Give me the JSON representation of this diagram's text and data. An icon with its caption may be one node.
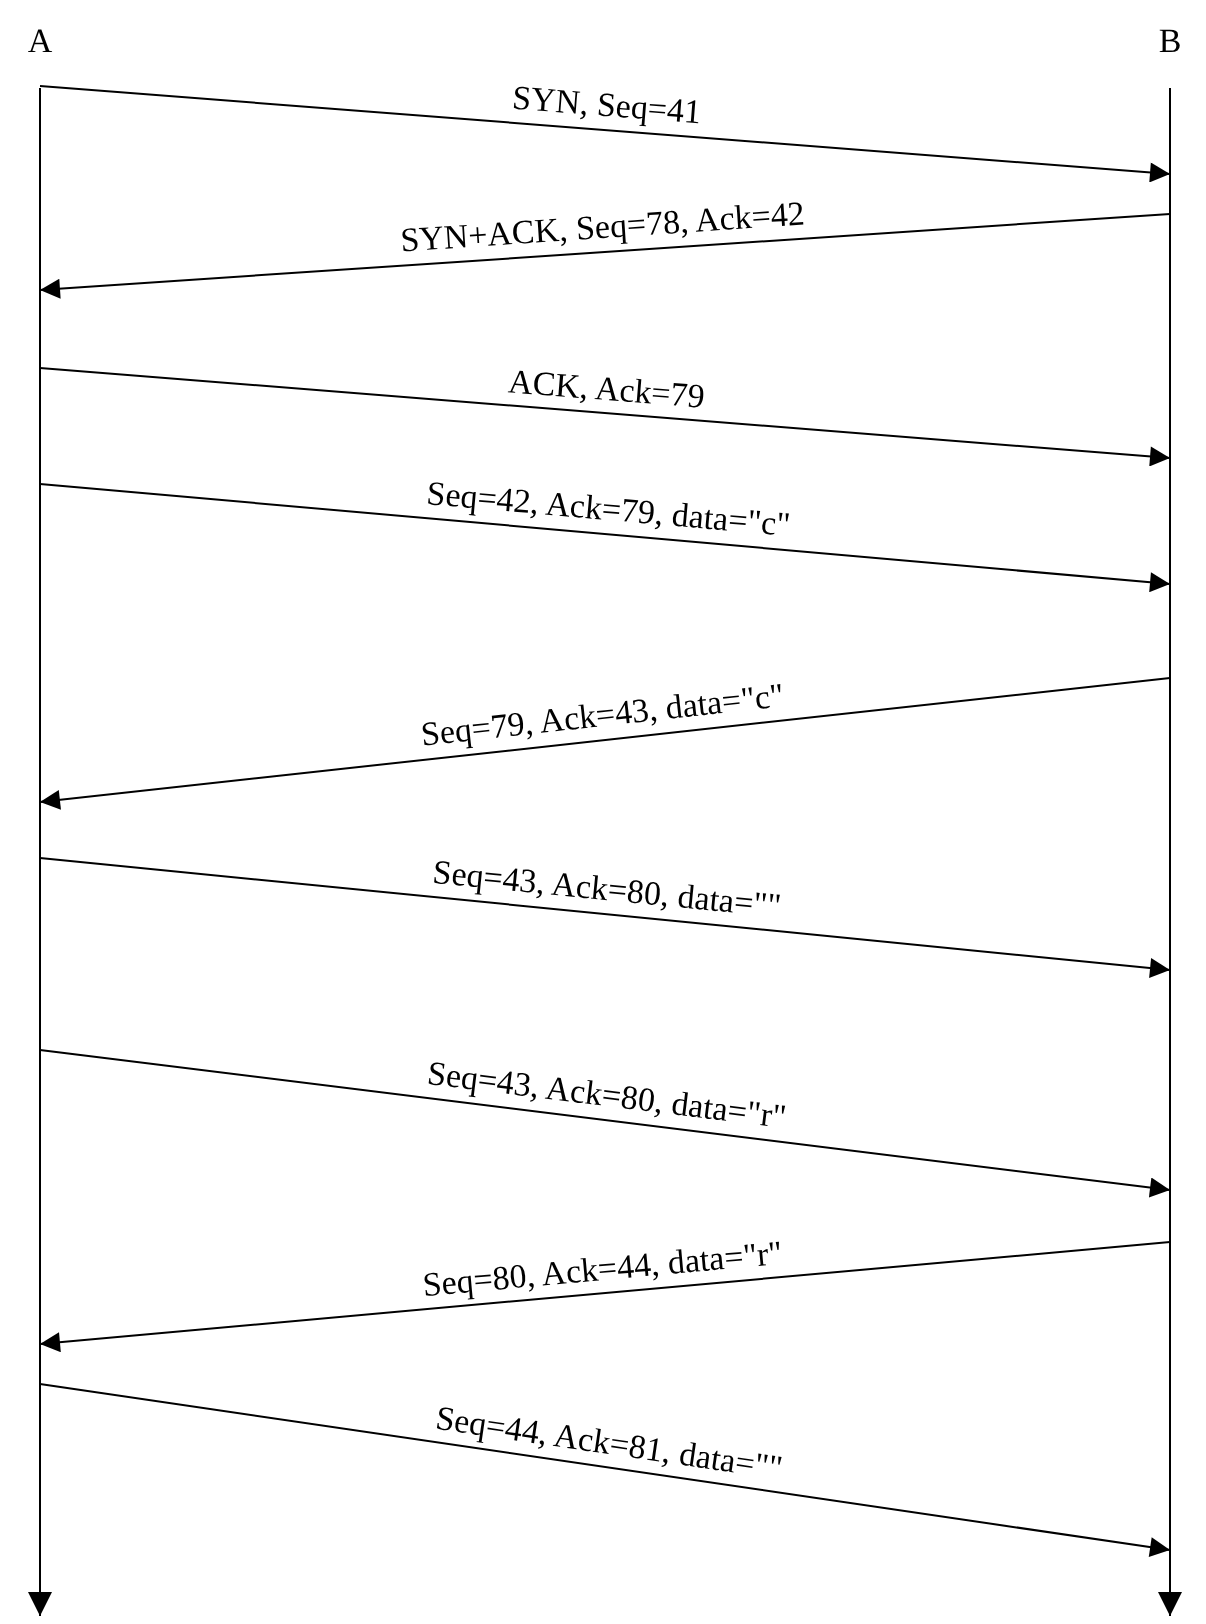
{
  "diagram": {
    "nodes": [
      {
        "text": [
          "A"
        ]
      },
      {
        "text": [
          "B"
        ]
      }
    ],
    "edges": [
      {
        "from": 0,
        "to": 1,
        "arrow": "to",
        "label": "SYN, Seq=41"
      },
      {
        "from": 1,
        "to": 0,
        "arrow": "to",
        "label": "SYN+ACK, Seq=78, Ack=42"
      },
      {
        "from": 0,
        "to": 1,
        "arrow": "to",
        "label": "ACK, Ack=79"
      },
      {
        "from": 0,
        "to": 1,
        "arrow": "to",
        "label": "Seq=42, Ack=79, data=\"c\""
      },
      {
        "from": 1,
        "to": 0,
        "arrow": "to",
        "label": "Seq=79, Ack=43, data=\"c\""
      },
      {
        "from": 0,
        "to": 1,
        "arrow": "to",
        "label": "Seq=43, Ack=80, data=\"\""
      },
      {
        "from": 0,
        "to": 1,
        "arrow": "to",
        "label": "Seq=43, Ack=80, data=\"r\""
      },
      {
        "from": 1,
        "to": 0,
        "arrow": "to",
        "label": "Seq=80, Ack=44, data=\"r\""
      },
      {
        "from": 0,
        "to": 1,
        "arrow": "to",
        "label": "Seq=44, Ack=81, data=\"\""
      }
    ]
  }
}
